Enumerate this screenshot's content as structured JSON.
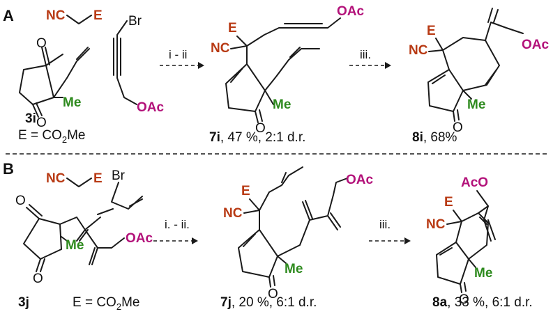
{
  "colors": {
    "nitrile_ester": "#b83a14",
    "methyl": "#2e8a1e",
    "acetate": "#b3127a",
    "bonds": "#1a1a1a"
  },
  "panel_a": {
    "label": "A",
    "reagent_nc": "NC",
    "reagent_e": "E",
    "bromide_br": "Br",
    "bromide_oac": "OAc",
    "sm_me": "Me",
    "sm_label": "3i",
    "e_def_prefix": "E = CO",
    "e_def_sub": "2",
    "e_def_suffix": "Me",
    "step1_conditions": "i - ii",
    "int_e": "E",
    "int_nc": "NC",
    "int_oac": "OAc",
    "int_me": "Me",
    "int_o": "O",
    "int_label": "7i",
    "int_info": ", 47 %, 2:1 d.r.",
    "step2_conditions": "iii.",
    "prod_e": "E",
    "prod_nc": "NC",
    "prod_oac": "OAc",
    "prod_me": "Me",
    "prod_o": "O",
    "prod_label": "8i",
    "prod_info": ", 68%"
  },
  "panel_b": {
    "label": "B",
    "reagent_nc": "NC",
    "reagent_e": "E",
    "allyl_br": "Br",
    "sm_o_top": "O",
    "sm_o_bottom": "O",
    "sm_me": "Me",
    "sm_oac": "OAc",
    "sm_label": "3j",
    "e_def_prefix": "E = CO",
    "e_def_sub": "2",
    "e_def_suffix": "Me",
    "step1_conditions": "i. - ii.",
    "int_e": "E",
    "int_nc": "NC",
    "int_oac": "OAc",
    "int_me": "Me",
    "int_o": "O",
    "int_label": "7j",
    "int_info": ", 20 %, 6:1 d.r.",
    "step2_conditions": "iii.",
    "prod_e": "E",
    "prod_nc": "NC",
    "prod_aco": "AcO",
    "prod_me": "Me",
    "prod_o": "O",
    "prod_label": "8a",
    "prod_info": ", 33 %, 6:1 d.r."
  }
}
